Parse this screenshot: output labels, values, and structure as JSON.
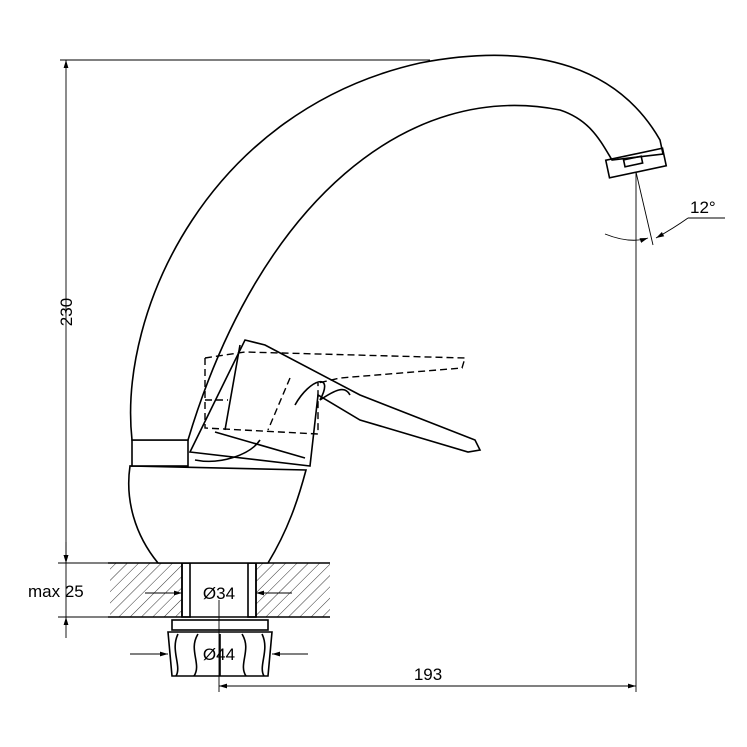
{
  "dimensions": {
    "height": "230",
    "reach": "193",
    "max_thickness": "max 25",
    "hole_diameter": "Ø34",
    "nut_diameter": "Ø44",
    "spout_angle": "12°"
  }
}
